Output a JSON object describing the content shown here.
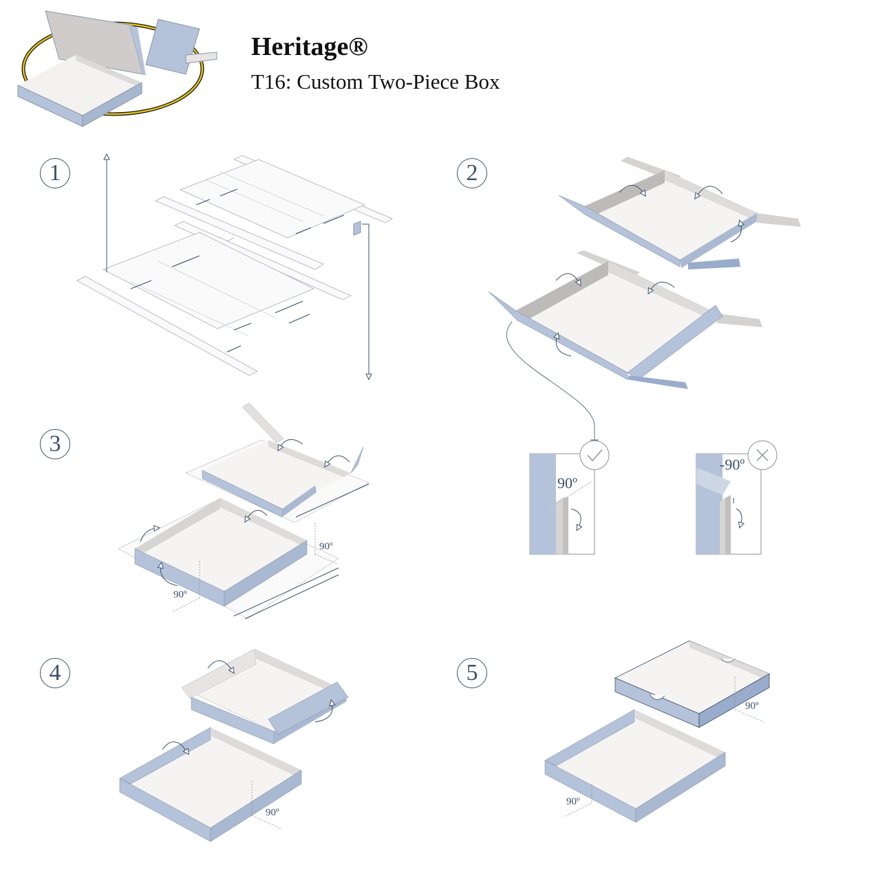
{
  "header": {
    "brand": "Heritage®",
    "subtitle": "T16: Custom Two-Piece Box"
  },
  "steps": [
    "1",
    "2",
    "3",
    "4",
    "5"
  ],
  "angle_label": "90º",
  "negative_angle_label": "-90º",
  "colors": {
    "stroke": "#3d5069",
    "blue": "#b4c3d9",
    "blue_dark": "#9aaccb",
    "paper": "#f7f6f4",
    "grey": "#dedcda",
    "grey_dark": "#c9c7c5",
    "accent_ring": "#e5c31c"
  },
  "icons": [
    "box-thumbnail",
    "check-icon",
    "cross-icon",
    "fold-arrow-icon"
  ]
}
